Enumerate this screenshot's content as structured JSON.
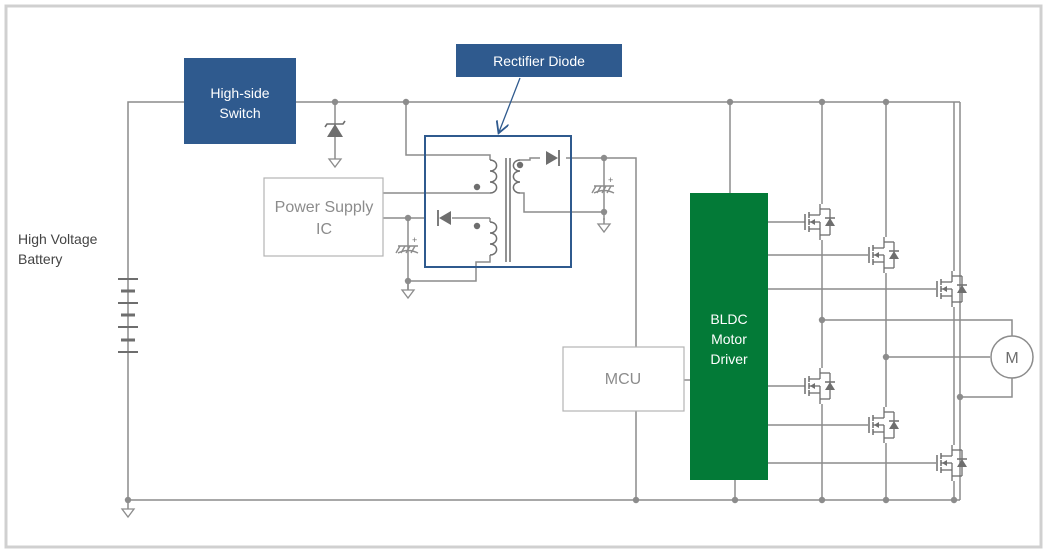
{
  "labels": {
    "high_side_switch_line1": "High-side",
    "high_side_switch_line2": "Switch",
    "rectifier_diode": "Rectifier Diode",
    "power_supply_line1": "Power Supply",
    "power_supply_line2": "IC",
    "battery_line1": "High Voltage",
    "battery_line2": "Battery",
    "mcu": "MCU",
    "bldc_line1": "BLDC",
    "bldc_line2": "Motor",
    "bldc_line3": "Driver",
    "motor": "M",
    "plus_sign": "+"
  },
  "colors": {
    "wire": "#8c8c8c",
    "dark_blue": "#2f5a8e",
    "bldc_green": "#037a37",
    "box_border": "#b3b3b3",
    "frame": "#d0d0d0",
    "symbol": "#6e6e6e"
  }
}
